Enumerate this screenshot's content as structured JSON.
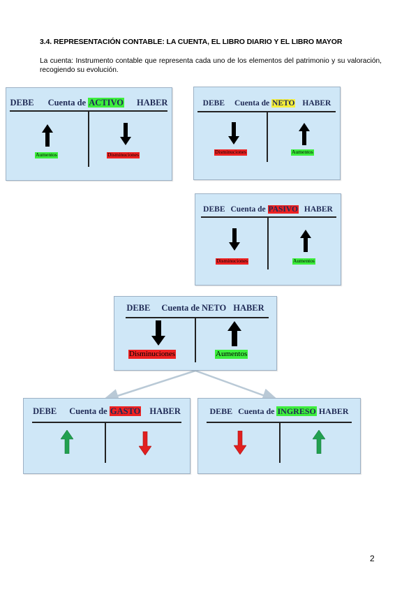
{
  "heading": "3.4. REPRESENTACIÓN CONTABLE: LA CUENTA, EL LIBRO DIARIO Y EL LIBRO MAYOR",
  "intro": "La cuenta: Instrumento contable que representa cada uno de los elementos del patrimonio y su valoración, recogiendo su evolución.",
  "page_number": "2",
  "common": {
    "debe": "DEBE",
    "haber": "HABER",
    "cuenta_de": "Cuenta de"
  },
  "accounts": {
    "activo": {
      "name": "ACTIVO",
      "left_label": "Aumentos",
      "right_label": "Disminuciones",
      "highlight_color": "#3dee3d"
    },
    "neto": {
      "name": "NETO",
      "left_label": "Disminuciones",
      "right_label": "Aumentos",
      "highlight_color": "#f5ef3b"
    },
    "pasivo": {
      "name": "PASIVO",
      "left_label": "Disminuciones",
      "right_label": "Aumentos",
      "highlight_color": "#ee2222"
    },
    "neto_central": {
      "name": "NETO",
      "left_label": "Disminuciones",
      "right_label": "Aumentos"
    },
    "gasto": {
      "name": "GASTO",
      "highlight_color": "#ee2222"
    },
    "ingreso": {
      "name": "INGRESO",
      "highlight_color": "#3dee3d"
    }
  },
  "colors": {
    "box_background": "#cfe7f7",
    "title_text": "#1f2a55",
    "arrow_black": "#000000",
    "arrow_green": "#22a050",
    "arrow_red": "#e11f1f",
    "label_red": "#ee2222",
    "label_green": "#3dee3d"
  }
}
